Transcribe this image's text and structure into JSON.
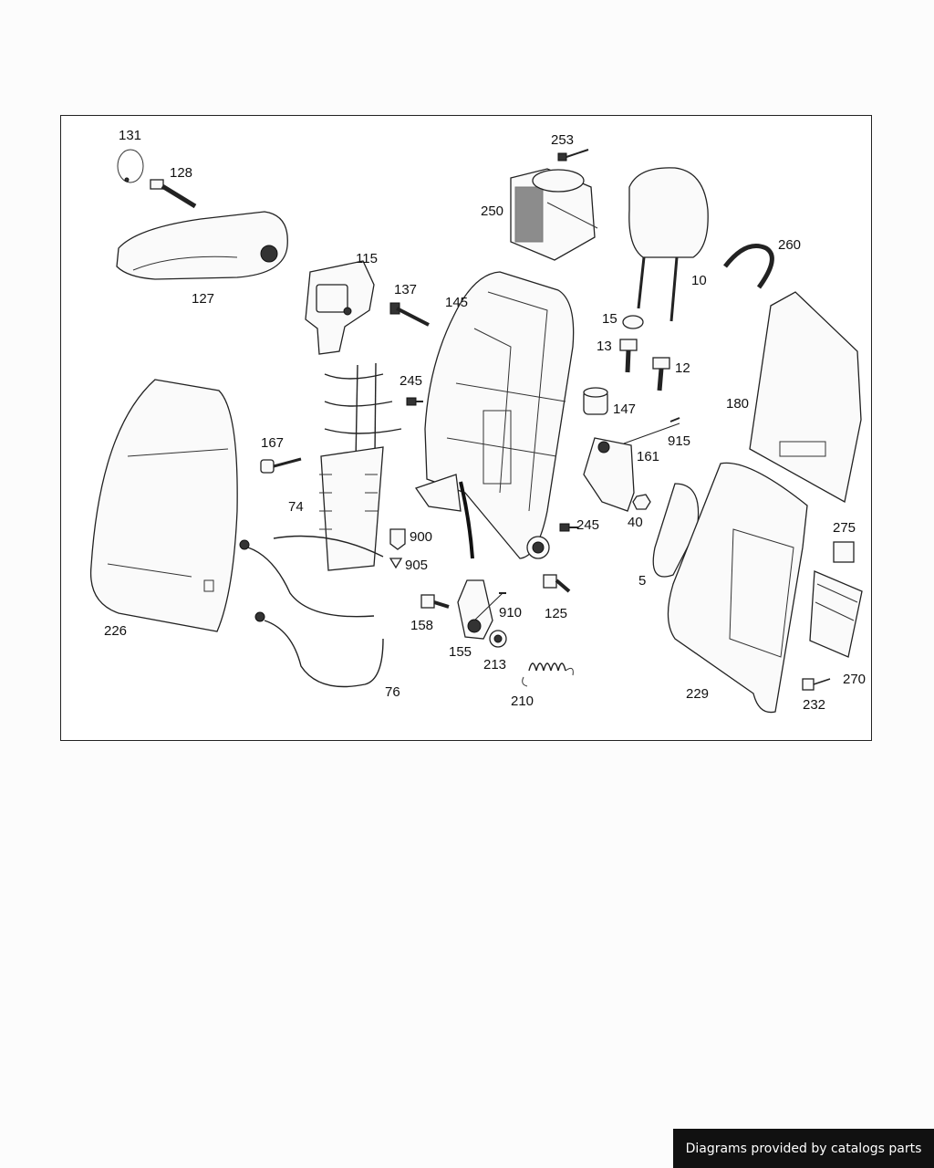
{
  "diagram": {
    "callouts": [
      "131",
      "128",
      "127",
      "115",
      "137",
      "145",
      "253",
      "250",
      "10",
      "260",
      "15",
      "13",
      "12",
      "147",
      "915",
      "161",
      "180",
      "245",
      "167",
      "74",
      "900",
      "905",
      "226",
      "76",
      "158",
      "910",
      "155",
      "213",
      "210",
      "125",
      "245",
      "40",
      "5",
      "229",
      "275",
      "270",
      "232"
    ]
  },
  "footer": {
    "text": "Diagrams provided by catalogs parts"
  }
}
